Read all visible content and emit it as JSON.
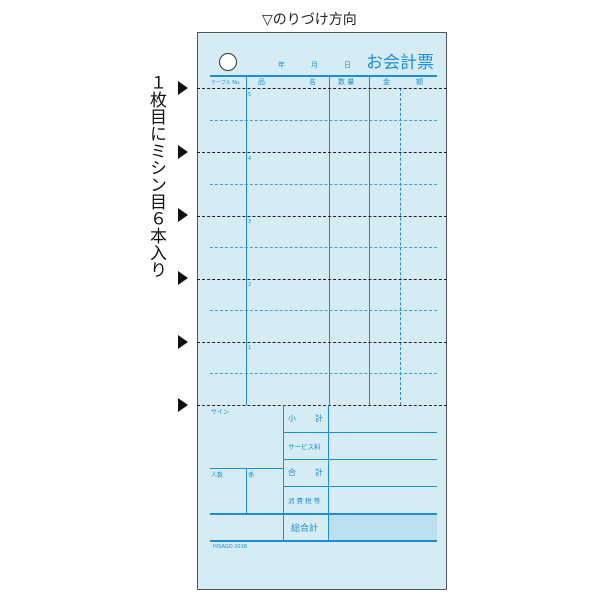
{
  "caption_top": "▽のりづけ方向",
  "caption_side": "１枚目にミシン目６本入り",
  "form": {
    "title": "お会計票",
    "year": "年",
    "month": "月",
    "day": "日",
    "col_table": "テーブル No.",
    "col_item1": "品",
    "col_item2": "名",
    "col_qty": "数 量",
    "col_amt1": "金",
    "col_amt2": "額",
    "row_numbers": [
      "5",
      "4",
      "3",
      "2",
      "1"
    ],
    "sign": "サイン",
    "people": "人数",
    "staff": "係",
    "subtotal1": "小",
    "subtotal2": "計",
    "service": "サービス料",
    "total1": "合",
    "total2": "計",
    "tax": "消 費 税 等",
    "grand": "総合計",
    "brand": "HISAGO 2018"
  },
  "colors": {
    "paper": "#d6ecf5",
    "line": "#1b8fd6"
  }
}
